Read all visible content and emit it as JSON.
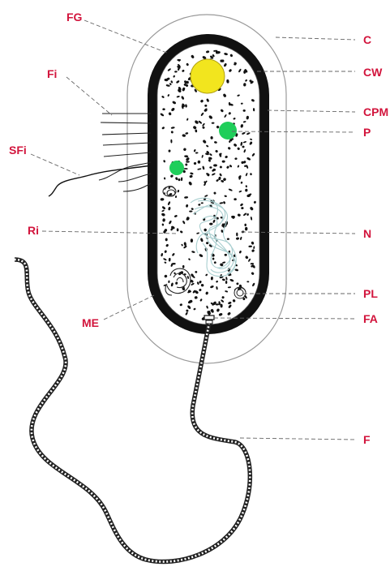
{
  "colors": {
    "label": "#d2143c",
    "leader": "#555555",
    "capsule_outline": "#9a9a9a",
    "cell_wall": "#111111",
    "cytoplasm": "#ffffff",
    "granule": "#f2e51e",
    "granule_edge": "#b0a010",
    "plastid": "#1fce5a",
    "nucleoid": "#a9cfd0",
    "flagellum": "#222222"
  },
  "labels": {
    "capsule": "C",
    "cell_wall": "CW",
    "cytoplasmic_membrane": "CPM",
    "pigment": "P",
    "nucleoid": "N",
    "plasmid": "PL",
    "flagellar_apparatus": "FA",
    "flagellum": "F",
    "food_granule": "FG",
    "fimbriae": "Fi",
    "sex_fimbriae": "SFi",
    "ribosomes": "Ri",
    "mesosome": "ME"
  }
}
